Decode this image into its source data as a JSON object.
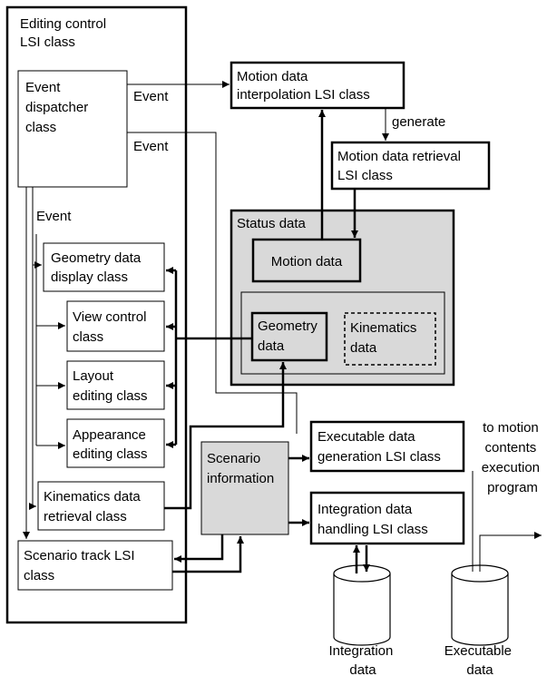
{
  "boxes": {
    "editing_control": [
      "Editing control",
      "LSI class"
    ],
    "event_dispatcher": [
      "Event",
      "dispatcher",
      "class"
    ],
    "motion_interp": [
      "Motion data",
      "interpolation LSI class"
    ],
    "motion_retrieval": [
      "Motion data retrieval",
      "LSI class"
    ],
    "status_data": [
      "Status data"
    ],
    "motion_data": [
      "Motion data"
    ],
    "geometry_data": [
      "Geometry",
      "data"
    ],
    "kinematics_data": [
      "Kinematics",
      "data"
    ],
    "geometry_display": [
      "Geometry data",
      "display class"
    ],
    "view_control": [
      "View control",
      "class"
    ],
    "layout_editing": [
      "Layout",
      "editing class"
    ],
    "appearance_editing": [
      "Appearance",
      "editing class"
    ],
    "kinematics_retrieval": [
      "Kinematics data",
      "retrieval class"
    ],
    "scenario_track": [
      "Scenario track LSI",
      "class"
    ],
    "scenario_info": [
      "Scenario",
      "information"
    ],
    "exec_gen": [
      "Executable data",
      "generation LSI class"
    ],
    "integ_handling": [
      "Integration data",
      "handling LSI class"
    ]
  },
  "labels": {
    "event1": [
      "Event"
    ],
    "event2": [
      "Event"
    ],
    "event3": [
      "Event"
    ],
    "generate": [
      "generate"
    ],
    "to_motion": [
      "to motion",
      "contents",
      "execution",
      "program"
    ]
  },
  "stores": {
    "integration": [
      "Integration",
      "data"
    ],
    "executable": [
      "Executable",
      "data"
    ]
  }
}
